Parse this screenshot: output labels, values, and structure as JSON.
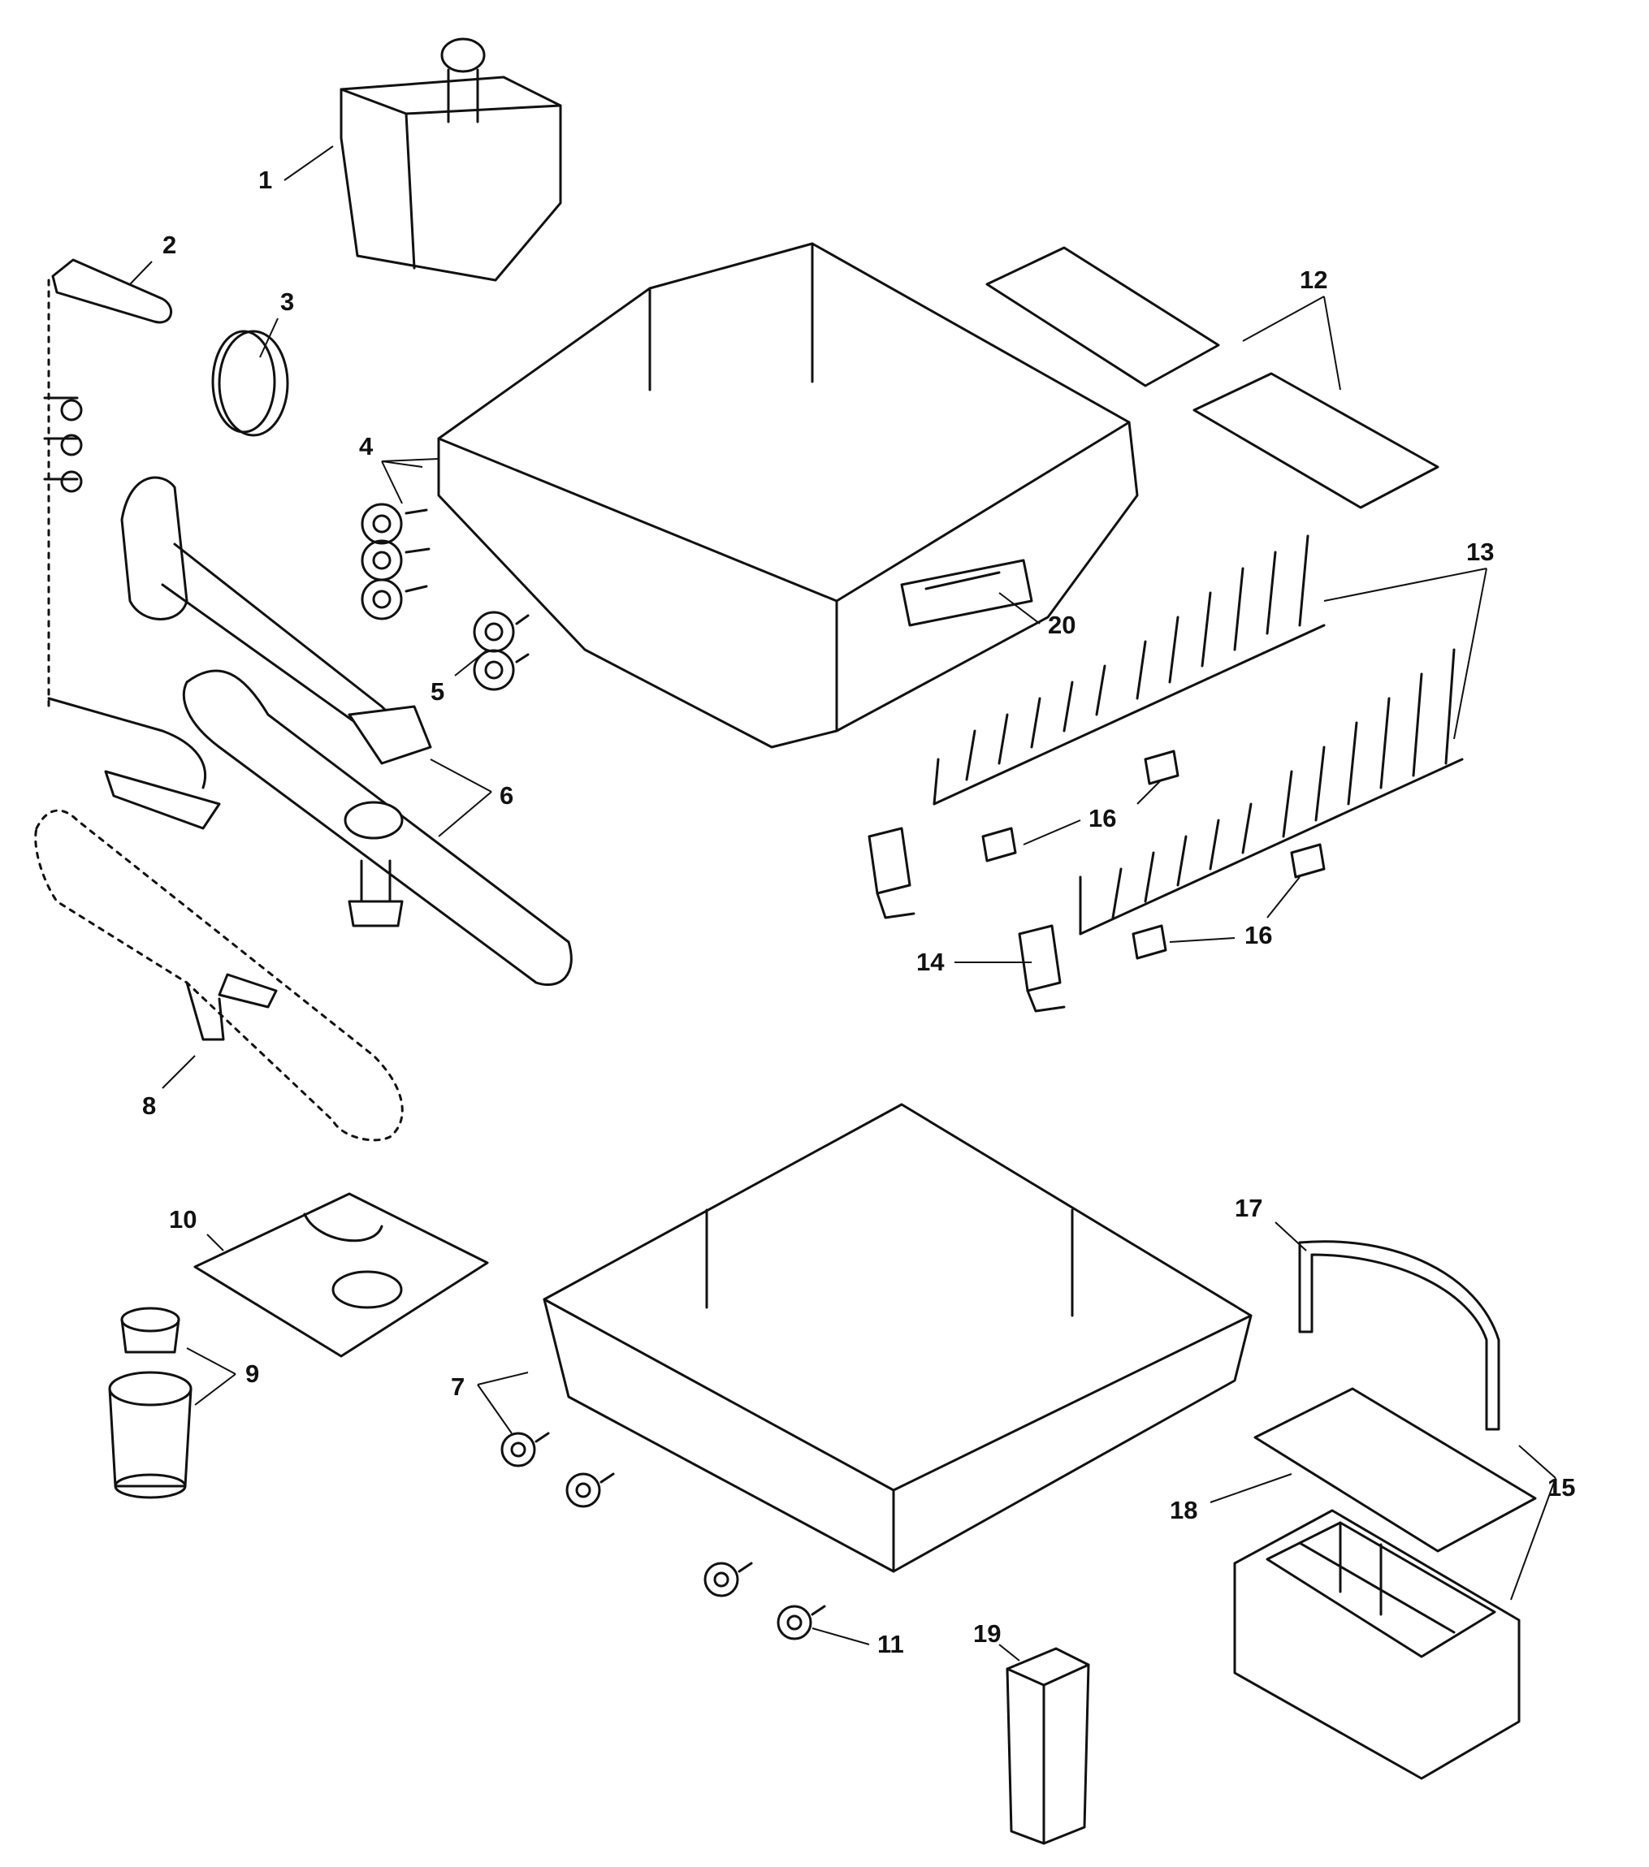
{
  "callouts": [
    "1",
    "2",
    "3",
    "4",
    "5",
    "6",
    "7",
    "8",
    "9",
    "10",
    "11",
    "12",
    "13",
    "14",
    "15",
    "16",
    "17",
    "18",
    "19",
    "20"
  ],
  "callout_repeat_16": "16"
}
